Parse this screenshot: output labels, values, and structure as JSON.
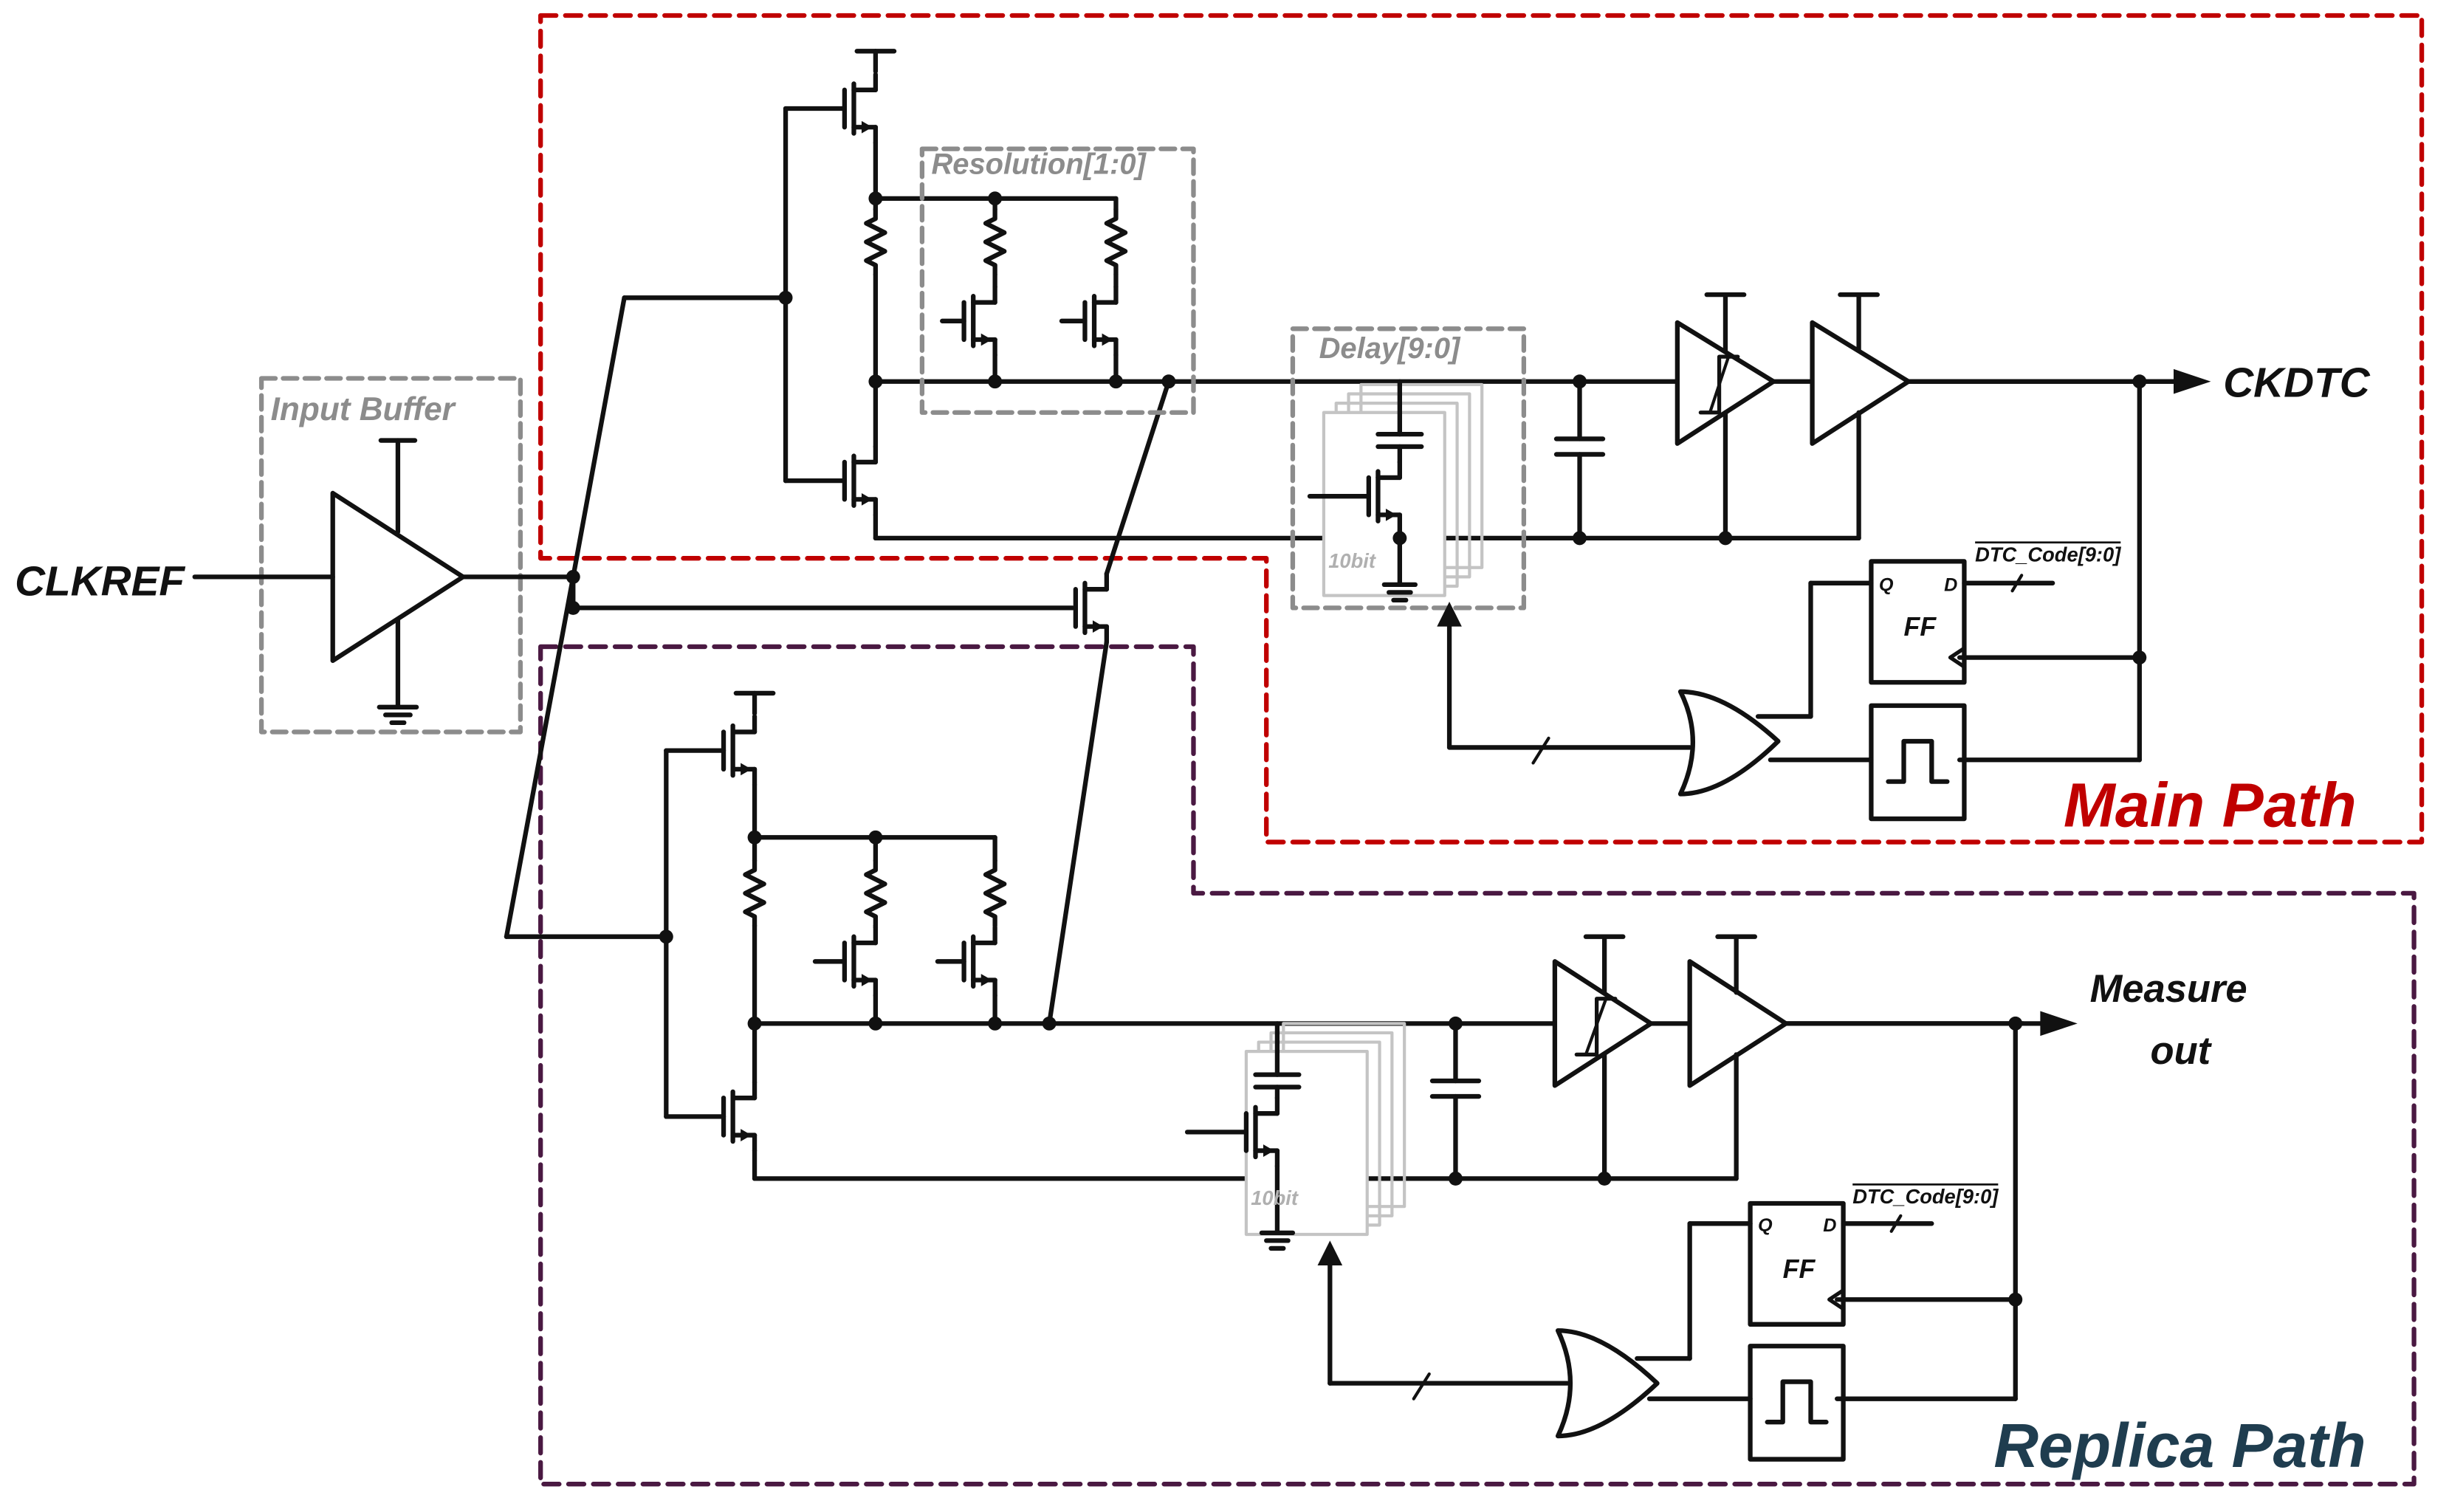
{
  "labels": {
    "input_signal": "CLKREF",
    "input_buffer": "Input Buffer",
    "resolution": "Resolution[1:0]",
    "delay": "Delay[9:0]",
    "main_bits": "10bit",
    "replica_bits": "10bit",
    "main_output": "CKDTC",
    "replica_output_line1": "Measure",
    "replica_output_line2": "out",
    "main_code": "DTC_Code[9:0]",
    "replica_code": "DTC_Code[9:0]",
    "ff_label": "FF",
    "ff_q": "Q",
    "ff_d": "D",
    "main_path": "Main Path",
    "replica_path": "Replica Path"
  },
  "colors": {
    "wire": "#111111",
    "main_path": "#c00000",
    "replica_path": "#4a1942",
    "replica_text": "#1f3d4f",
    "group_box": "#8c8c8c",
    "faded": "#b0b0b0"
  }
}
